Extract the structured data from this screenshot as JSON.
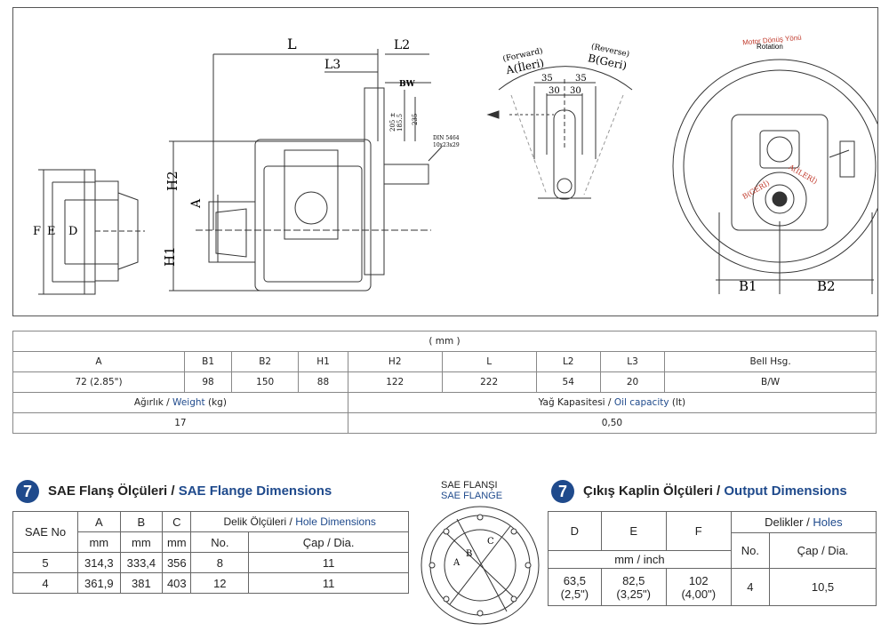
{
  "drawing": {
    "side_labels": {
      "F": "F",
      "E": "E",
      "D": "D"
    },
    "gear_labels": {
      "L": "L",
      "L2": "L2",
      "L3": "L3",
      "H2": "H2",
      "H1": "H1",
      "A": "A",
      "BW": "BW",
      "din": "DIN 5464",
      "din2": "10x23x29",
      "d1": "205 ±",
      "d2": "185.5",
      "d3": "235"
    },
    "lever_labels": {
      "fwd": "(Forward)",
      "fwd_tr": "A(İleri)",
      "rev": "(Reverse)",
      "rev_tr": "B(Geri)",
      "n35a": "35",
      "n35b": "35",
      "n30a": "30",
      "n30b": "30"
    },
    "front_labels": {
      "motor": "Motor Dönüş Yönü",
      "rotation": "Rotation",
      "geri": "B(GERİ)",
      "ileri": "A(İLERİ)",
      "B1": "B1",
      "B2": "B2"
    }
  },
  "main_table": {
    "unit": "( mm )",
    "headers": [
      "A",
      "B1",
      "B2",
      "H1",
      "H2",
      "L",
      "L2",
      "L3",
      "Bell Hsg."
    ],
    "values": [
      "72 (2.85\")",
      "98",
      "150",
      "88",
      "122",
      "222",
      "54",
      "20",
      "B/W"
    ],
    "weight_label_tr": "Ağırlık / ",
    "weight_label_en": "Weight",
    "weight_unit": " (kg)",
    "oil_label_tr": "Yağ Kapasitesi / ",
    "oil_label_en": "Oil capacity",
    "oil_unit": " (lt)",
    "weight_value": "17",
    "oil_value": "0,50"
  },
  "sae": {
    "badge": "7",
    "title_tr": "SAE Flanş Ölçüleri / ",
    "title_en": "SAE Flange Dimensions",
    "col_saeno": "SAE No",
    "col_a": "A",
    "col_b": "B",
    "col_c": "C",
    "col_hole_tr": "Delik Ölçüleri / ",
    "col_hole_en": "Hole Dimensions",
    "unit_mm": "mm",
    "col_no": "No.",
    "col_dia": "Çap / Dia.",
    "rows": [
      [
        "5",
        "314,3",
        "333,4",
        "356",
        "8",
        "11"
      ],
      [
        "4",
        "361,9",
        "381",
        "403",
        "12",
        "11"
      ]
    ]
  },
  "flange_fig": {
    "t1": "SAE FLANŞI",
    "t2": "SAE FLANGE",
    "a": "A",
    "b": "B",
    "c": "C"
  },
  "output": {
    "badge": "7",
    "title_tr": "Çıkış Kaplin Ölçüleri / ",
    "title_en": "Output Dimensions",
    "col_d": "D",
    "col_e": "E",
    "col_f": "F",
    "col_holes_tr": "Delikler / ",
    "col_holes_en": "Holes",
    "unit": "mm / inch",
    "col_no": "No.",
    "col_dia": "Çap / Dia.",
    "d1": "63,5",
    "d2": "(2,5\")",
    "e1": "82,5",
    "e2": "(3,25\")",
    "f1": "102",
    "f2": "(4,00\")",
    "no": "4",
    "dia": "10,5"
  }
}
